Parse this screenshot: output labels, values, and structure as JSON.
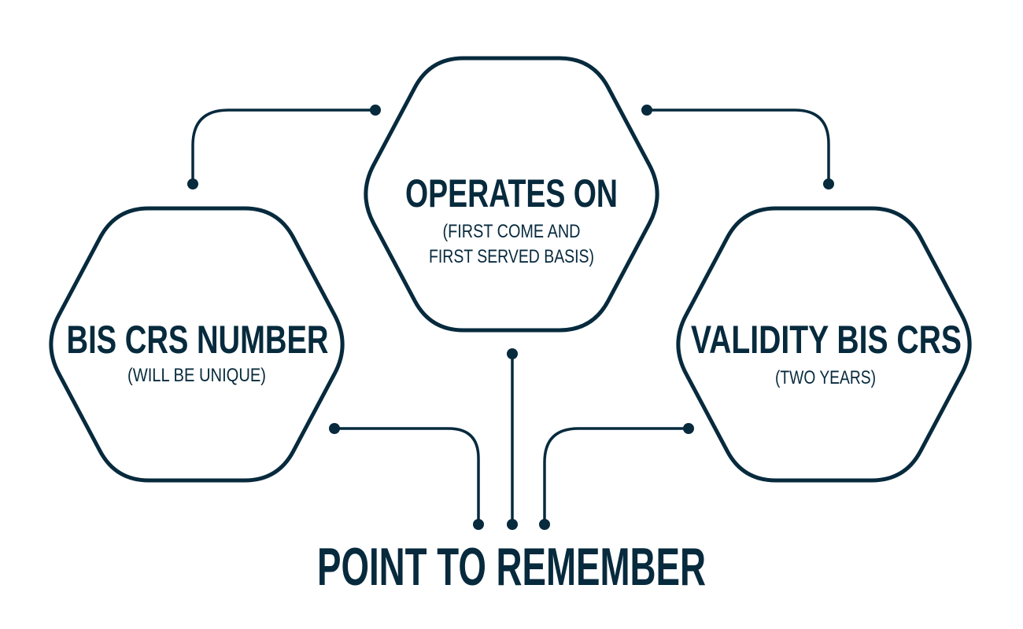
{
  "colors": {
    "primary": "#072a3d",
    "background": "#ffffff"
  },
  "hexagons": {
    "center": {
      "title": "OPERATES ON",
      "line1": "(FIRST COME AND",
      "line2": "FIRST SERVED BASIS)"
    },
    "left": {
      "title": "BIS CRS NUMBER",
      "line1": "(WILL BE UNIQUE)"
    },
    "right": {
      "title": "VALIDITY BIS CRS",
      "line1": "(TWO YEARS)"
    }
  },
  "footer": {
    "title": "POINT TO REMEMBER"
  }
}
